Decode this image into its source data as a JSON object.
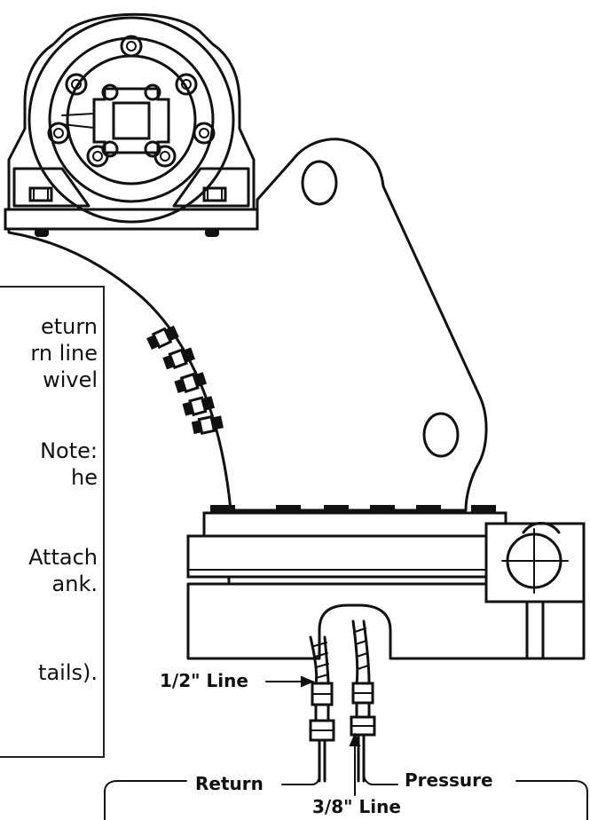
{
  "note": {
    "lines": [
      "eturn",
      "rn line",
      "wivel",
      "Note:",
      "he",
      "Attach",
      "ank.",
      "tails)."
    ]
  },
  "callouts": {
    "half_inch_line": "1/2\" Line",
    "three_eighth_line": "3/8\" Line",
    "return": "Return",
    "pressure": "Pressure"
  },
  "colors": {
    "ink": "#111111",
    "paper": "#ffffff"
  }
}
